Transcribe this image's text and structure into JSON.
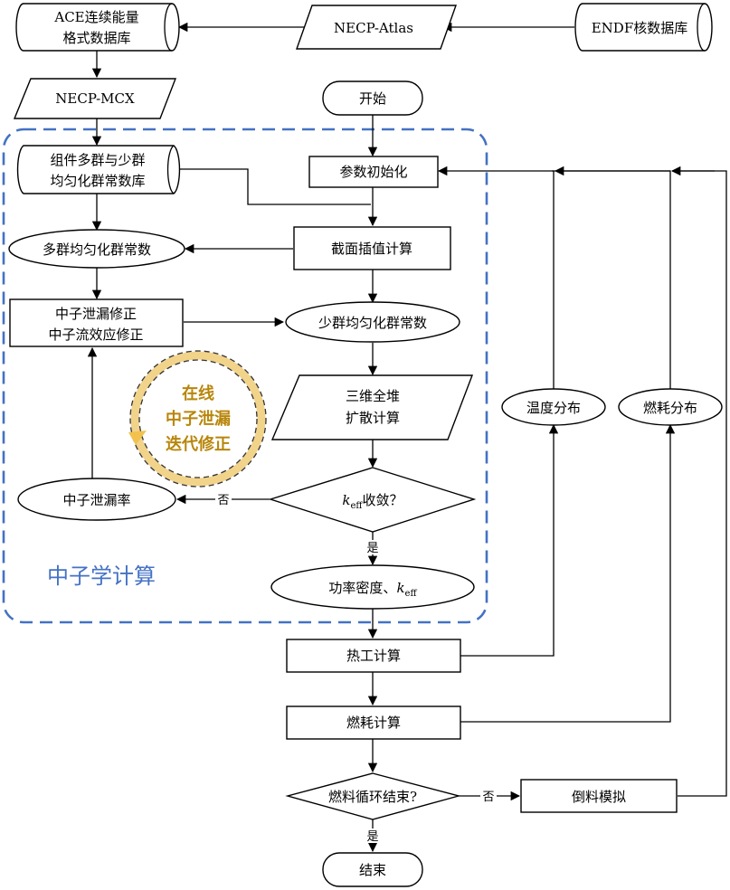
{
  "nodes": {
    "ace_db": {
      "line1": "ACE连续能量",
      "line2": "格式数据库"
    },
    "necp_atlas": {
      "label": "NECP-Atlas"
    },
    "endf_db": {
      "label": "ENDF核数据库"
    },
    "necp_mcx": {
      "label": "NECP-MCX"
    },
    "start": {
      "label": "开始"
    },
    "group_db": {
      "line1": "组件多群与少群",
      "line2": "均匀化群常数库"
    },
    "param_init": {
      "label": "参数初始化"
    },
    "multi_group_const": {
      "label": "多群均匀化群常数"
    },
    "xs_interp": {
      "label": "截面插值计算"
    },
    "leakage_corr": {
      "line1": "中子泄漏修正",
      "line2": "中子流效应修正"
    },
    "few_group_const": {
      "label": "少群均匀化群常数"
    },
    "online_iter": {
      "line1": "在线",
      "line2": "中子泄漏",
      "line3": "迭代修正"
    },
    "diffusion": {
      "line1": "三维全堆",
      "line2": "扩散计算"
    },
    "leakage_rate": {
      "label": "中子泄漏率"
    },
    "keff_converge": {
      "k": "k",
      "sub": "eff",
      "suffix": "收敛？"
    },
    "power_keff": {
      "prefix": "功率密度、",
      "k": "k",
      "sub": "eff"
    },
    "neutronics_region": {
      "label": "中子学计算"
    },
    "thermal": {
      "label": "热工计算"
    },
    "burnup_calc": {
      "label": "燃耗计算"
    },
    "temp_dist": {
      "label": "温度分布"
    },
    "burnup_dist": {
      "label": "燃耗分布"
    },
    "cycle_end": {
      "label": "燃料循环结束?"
    },
    "refuel": {
      "label": "倒料模拟"
    },
    "end": {
      "label": "结束"
    }
  },
  "edge_labels": {
    "no1": "否",
    "yes1": "是",
    "no2": "否",
    "yes2": "是"
  },
  "colors": {
    "region_border": "#4472C4",
    "region_label": "#4472C4",
    "online_ring": "#F2D38A",
    "online_text": "#B8860B"
  }
}
